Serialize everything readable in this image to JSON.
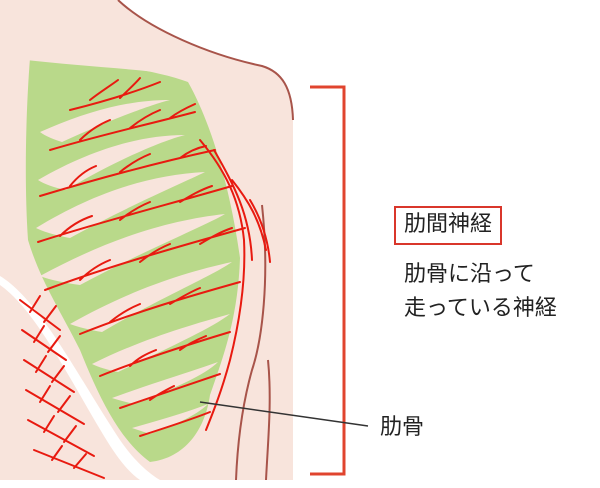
{
  "labels": {
    "nerve_title": "肋間神経",
    "nerve_desc_line1": "肋骨に沿って",
    "nerve_desc_line2": "走っている神経",
    "rib": "肋骨"
  },
  "colors": {
    "skin": "#f8e4dc",
    "skin_outline": "#a8544a",
    "rib": "#b9d98a",
    "nerve": "#e81a10",
    "bracket": "#e0442e",
    "leader": "#333333"
  }
}
